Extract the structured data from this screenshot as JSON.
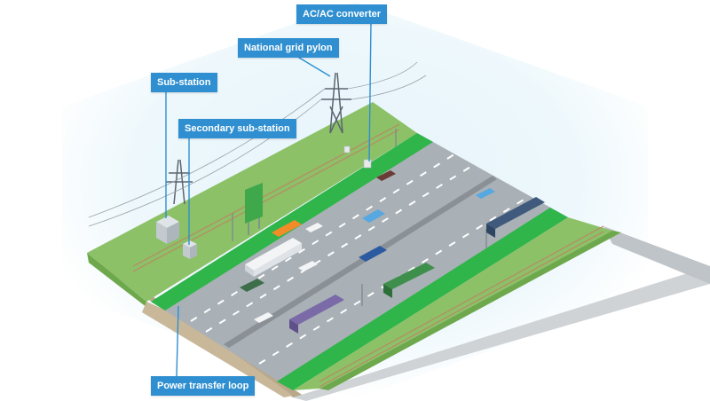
{
  "labels": {
    "ac_converter": "AC/AC converter",
    "national_grid_pylon": "National grid pylon",
    "sub_station": "Sub-station",
    "secondary_sub_station": "Secondary sub-station",
    "power_transfer_loop": "Power transfer loop"
  },
  "icons": {
    "pylon": "pylon-icon",
    "substation": "substation-icon",
    "converter": "converter-icon",
    "vehicle": "vehicle-icon",
    "sign": "road-sign-icon",
    "lamp": "street-lamp-icon"
  },
  "colors": {
    "callout_bg": "#2f8fd0",
    "callout_text": "#ffffff",
    "leader_line": "#2f8fd0",
    "grass": "#8cc168",
    "grass_dark": "#6ea84c",
    "road": "#a9b0b6",
    "charging_lane": "#2fb54a",
    "soil": "#c9b79a",
    "sky_glow": "#d8eef8"
  }
}
